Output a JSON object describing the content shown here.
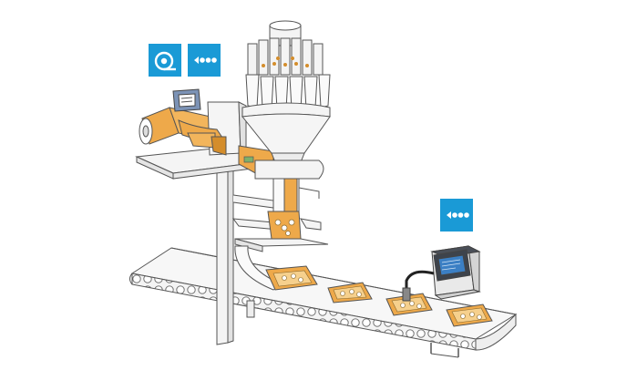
{
  "colors": {
    "accent": "#1a9ad6",
    "bag": "#eea94a",
    "bag_dark": "#d48d2b",
    "line": "#555555",
    "metal": "#f2f2f2",
    "metal_shade": "#dedede",
    "screen": "#3b7fc4"
  },
  "badges": [
    {
      "name": "film-roll-icon",
      "icon": "film-roll"
    },
    {
      "name": "inkjet-dots-icon",
      "icon": "three-dots-arrow"
    },
    {
      "name": "inkjet-dots-icon",
      "icon": "three-dots-arrow"
    }
  ]
}
